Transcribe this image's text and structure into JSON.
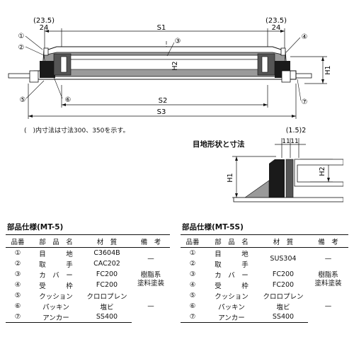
{
  "drawing": {
    "dims": {
      "left_paren": "(23.5)",
      "left_24": "24",
      "s1": "S1",
      "right_paren": "(23.5)",
      "right_24": "24",
      "h2": "H2",
      "h1": "H1",
      "s2": "S2",
      "s3": "S3"
    },
    "callouts": [
      "①",
      "②",
      "③",
      "④",
      "⑤",
      "⑥",
      "⑦"
    ],
    "note": "(　)内寸法は寸法300、350を示す。"
  },
  "detail": {
    "title": "目地形状と寸法",
    "dim_15_2": "(1.5)2",
    "dim_11a": "11",
    "dim_11b": "11",
    "h1": "H1",
    "h2": "H2"
  },
  "table_mt5": {
    "title": "部品仕様(MT-5)",
    "headers": [
      "品番",
      "部　品　名",
      "材　質",
      "備　考"
    ],
    "rows": [
      {
        "no": "①",
        "name": "目　　　地",
        "material": "C3604B"
      },
      {
        "no": "②",
        "name": "取　　　手",
        "material": "CAC202"
      },
      {
        "no": "③",
        "name": "カ　バ　ー",
        "material": "FC200"
      },
      {
        "no": "④",
        "name": "受　　　枠",
        "material": "FC200"
      },
      {
        "no": "⑤",
        "name": "クッション",
        "material": "クロロプレン"
      },
      {
        "no": "⑥",
        "name": "パッキン",
        "material": "塩ビ"
      },
      {
        "no": "⑦",
        "name": "アンカー",
        "material": "SS400"
      }
    ],
    "remark_dash1": "—",
    "remark_resin": "樹脂系\n塗料塗装",
    "remark_dash2": "—"
  },
  "table_mt5s": {
    "title": "部品仕様(MT-5S)",
    "headers": [
      "品番",
      "部　品　名",
      "材　質",
      "備　考"
    ],
    "rows": [
      {
        "no": "①",
        "name": "目　　　地"
      },
      {
        "no": "②",
        "name": "取　　　手"
      },
      {
        "no": "③",
        "name": "カ　バ　ー",
        "material": "FC200"
      },
      {
        "no": "④",
        "name": "受　　　枠",
        "material": "FC200"
      },
      {
        "no": "⑤",
        "name": "クッション",
        "material": "クロロプレン"
      },
      {
        "no": "⑥",
        "name": "パッキン",
        "material": "塩ビ"
      },
      {
        "no": "⑦",
        "name": "アンカー",
        "material": "SS400"
      }
    ],
    "material_sus": "SUS304",
    "remark_dash1": "—",
    "remark_resin": "樹脂系\n塗料塗装",
    "remark_dash2": "—"
  },
  "colors": {
    "line": "#111111",
    "fill_dark": "#1a1a1a",
    "fill_mid": "#555555",
    "fill_light": "#9a9a9a"
  }
}
